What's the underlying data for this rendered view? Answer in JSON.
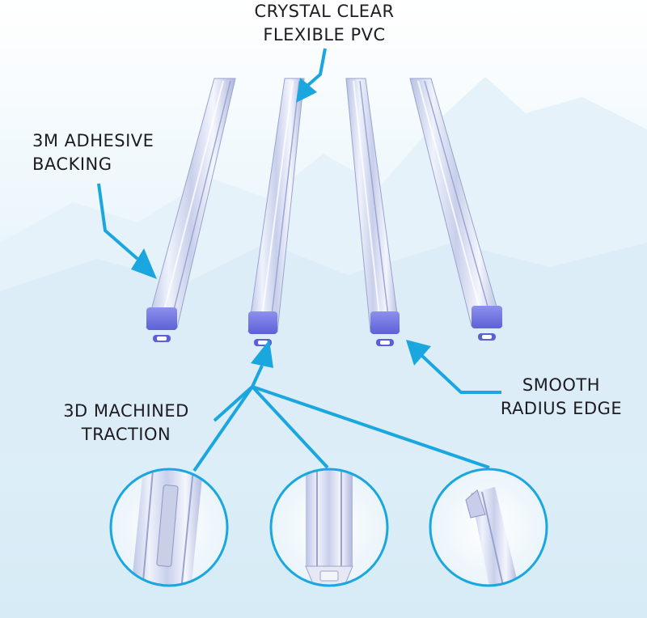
{
  "labels": {
    "crystal_clear": [
      "CRYSTAL CLEAR",
      "FLEXIBLE PVC"
    ],
    "adhesive": [
      "3M ADHESIVE",
      "BACKING"
    ],
    "smooth_radius": [
      "SMOOTH",
      "RADIUS EDGE"
    ],
    "traction": [
      "3D MACHINED",
      "TRACTION"
    ]
  },
  "colors": {
    "arrow": "#1aa6df",
    "strip_body": "#dfe6f5",
    "strip_accent": "#6b6fe0",
    "circle_ring": "#1aa6df",
    "text": "#1c1c22"
  },
  "icons": [
    "pointer-arrow-icon",
    "logo-emboss"
  ]
}
